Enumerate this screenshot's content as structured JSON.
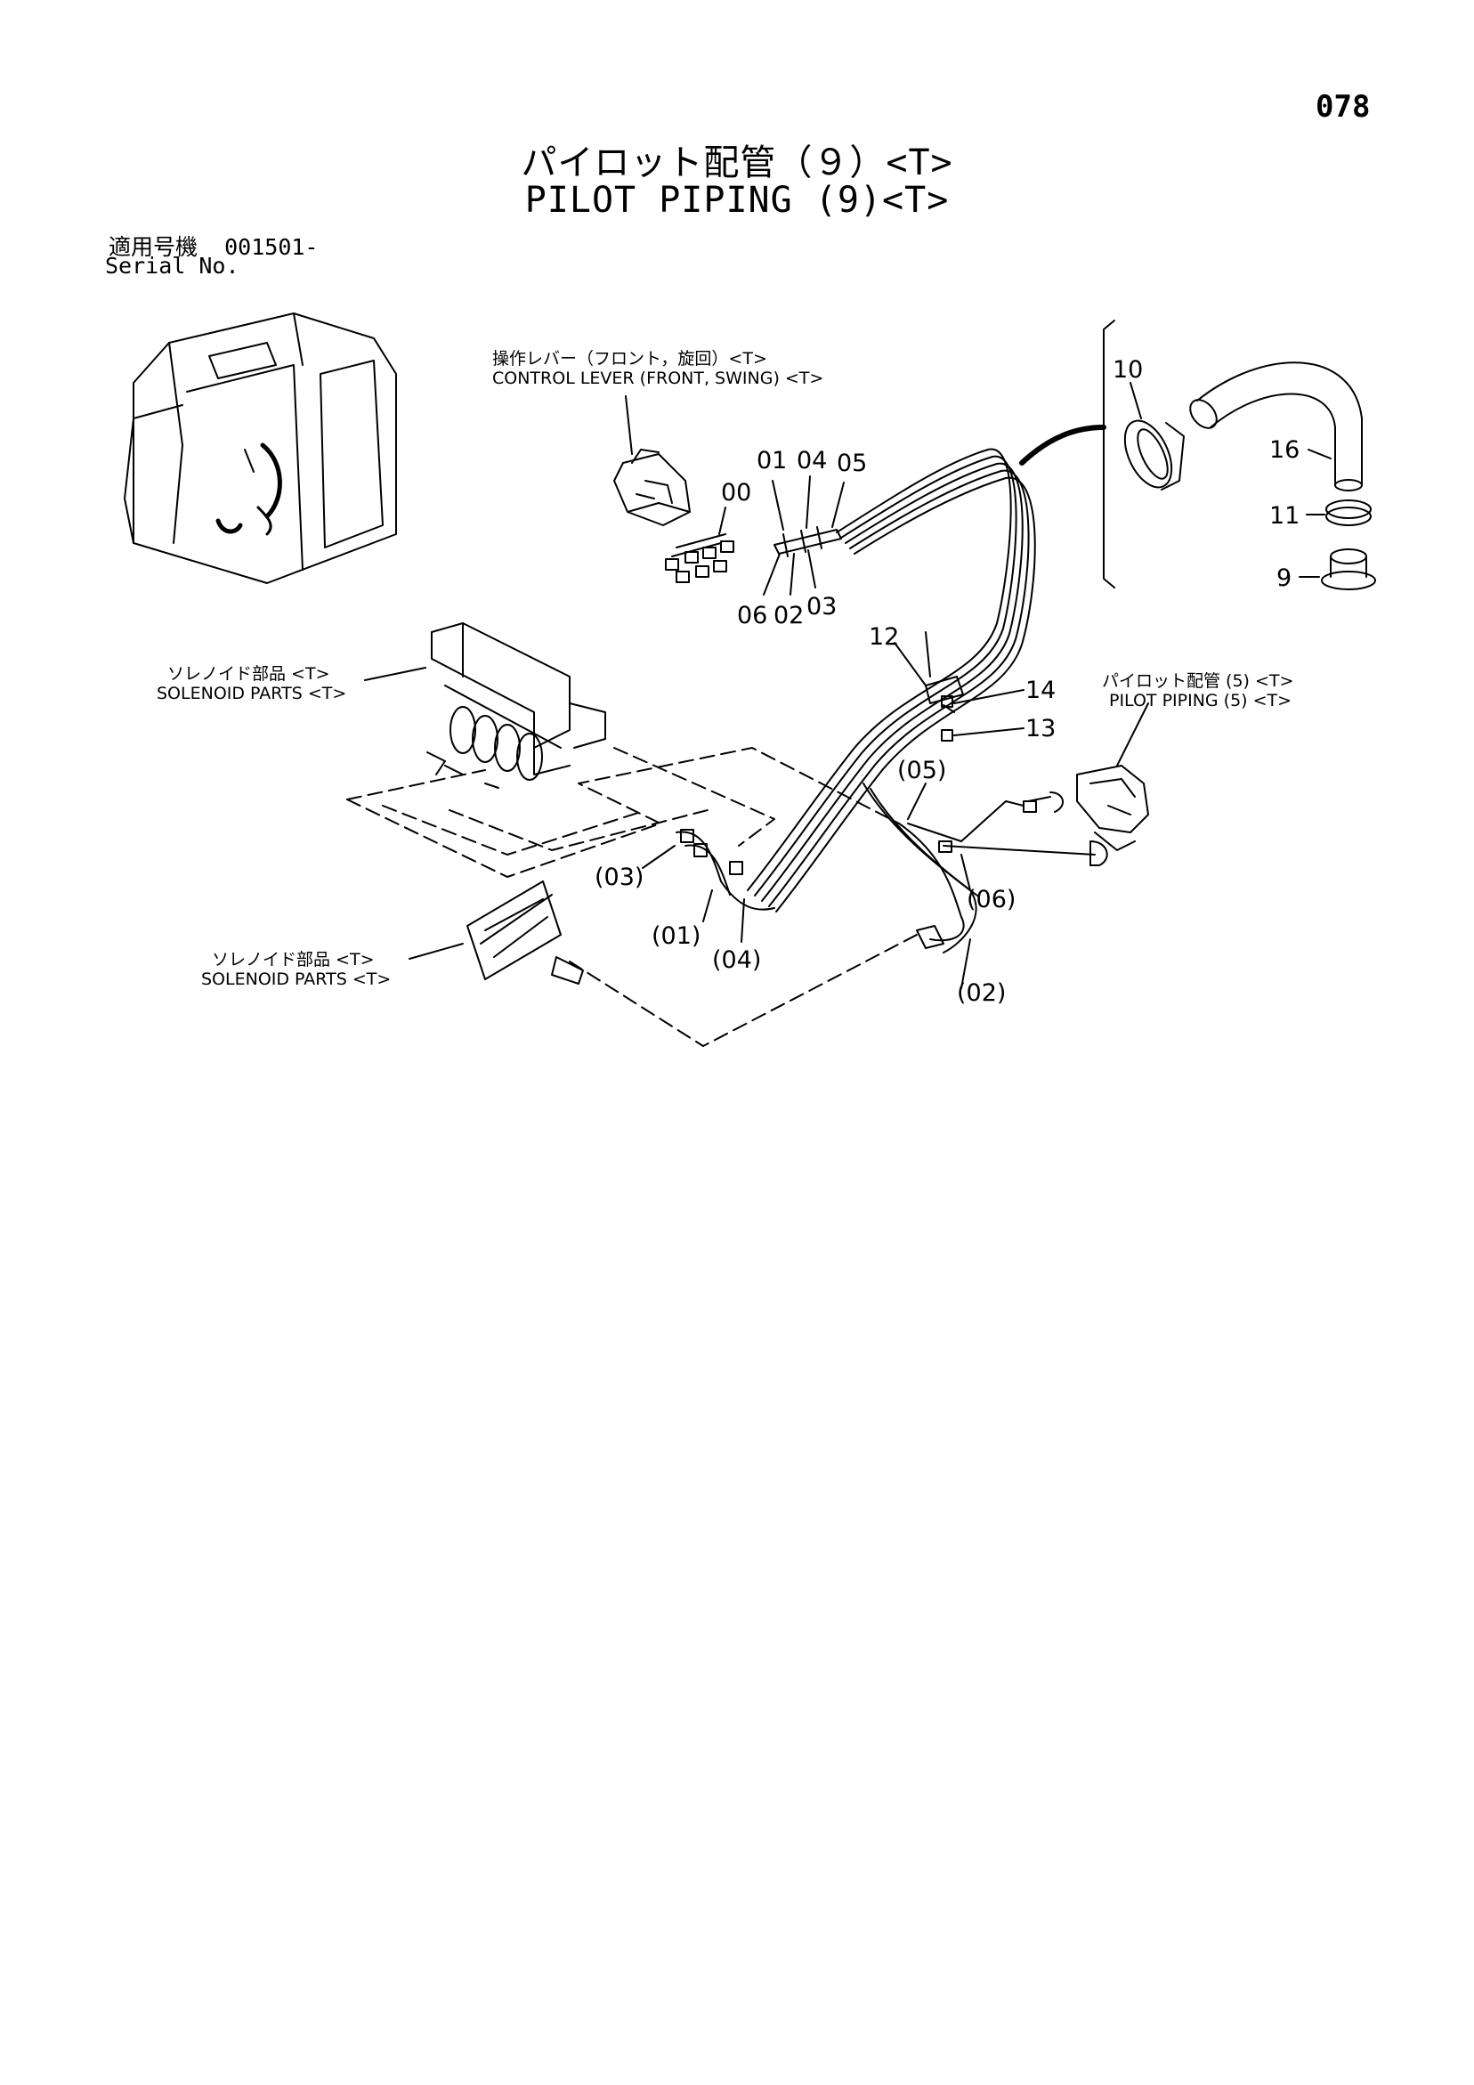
{
  "page_number": "078",
  "title_jp": "パイロット配管（９）<T>",
  "title_en": "PILOT PIPING (9)<T>",
  "serial": {
    "jp_label": "適用号機",
    "value": "001501-",
    "en_label": "Serial No."
  },
  "callouts": {
    "control_lever_jp": "操作レバー（フロント，旋回）<T>",
    "control_lever_en": "CONTROL LEVER (FRONT, SWING) <T>",
    "solenoid1_jp": "ソレノイド部品 <T>",
    "solenoid1_en": "SOLENOID PARTS <T>",
    "solenoid2_jp": "ソレノイド部品 <T>",
    "solenoid2_en": "SOLENOID PARTS <T>",
    "pilot5_jp": "パイロット配管 (5) <T>",
    "pilot5_en": "PILOT PIPING (5) <T>"
  },
  "part_numbers": {
    "p00": "00",
    "p01": "01",
    "p04": "04",
    "p05": "05",
    "p06": "06",
    "p02": "02",
    "p03": "03",
    "p10": "10",
    "p16": "16",
    "p11": "11",
    "p9": "9",
    "p12": "12",
    "p14": "14",
    "p13": "13",
    "h05": "(05)",
    "h06": "(06)",
    "h03": "(03)",
    "h01": "(01)",
    "h04": "(04)",
    "h02": "(02)"
  }
}
